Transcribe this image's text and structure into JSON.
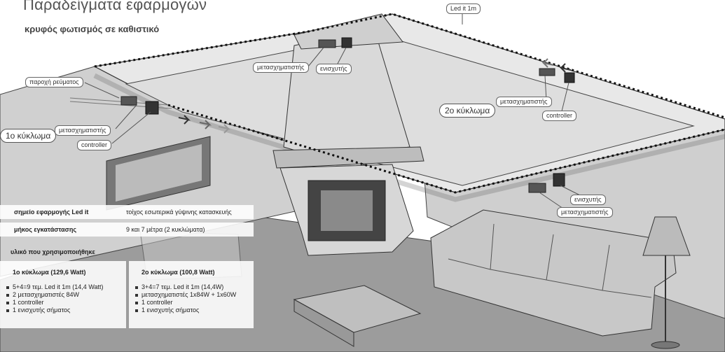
{
  "header": {
    "title": "Παραδείγματα εφαρμογών",
    "subtitle": "κρυφός φωτισμός σε καθιστικό"
  },
  "labels": {
    "led": "Led it 1m",
    "power_supply": "παροχή ρεύματος",
    "circuit1": "1ο κύκλωμα",
    "circuit2": "2ο κύκλωμα",
    "transformer": "μετασχηματιστής",
    "controller": "controller",
    "amplifier": "ενισχυτής"
  },
  "info": {
    "application_label": "σημείο εφαρμογής Led it",
    "application_value": "τοίχος εσωτερικά γύψινης κατασκευής",
    "length_label": "μήκος εγκατάστασης",
    "length_value": "9 και 7 μέτρα (2 κυκλώματα)",
    "material_label": "υλικό που χρησιμοποιήθηκε",
    "circuit1": {
      "title": "1ο κύκλωμα (129,6 Watt)",
      "items": [
        "5+4=9 τεμ. Led it 1m (14,4 Watt)",
        "2 μετασχηματιστές 84W",
        "1 controller",
        "1 ενισχυτής σήματος"
      ]
    },
    "circuit2": {
      "title": "2ο κύκλωμα  (100,8 Watt)",
      "items": [
        "3+4=7 τεμ. Led it 1m (14,4W)",
        "μετασχηματιστές 1x84W + 1x60W",
        "1 controller",
        "1 ενισχυτής σήματος"
      ]
    }
  },
  "colors": {
    "wall": "#d4d4d4",
    "ceiling": "#e6e6e6",
    "floor": "#9a9a9a",
    "stroke": "#333333",
    "led_strip": "#222222"
  }
}
